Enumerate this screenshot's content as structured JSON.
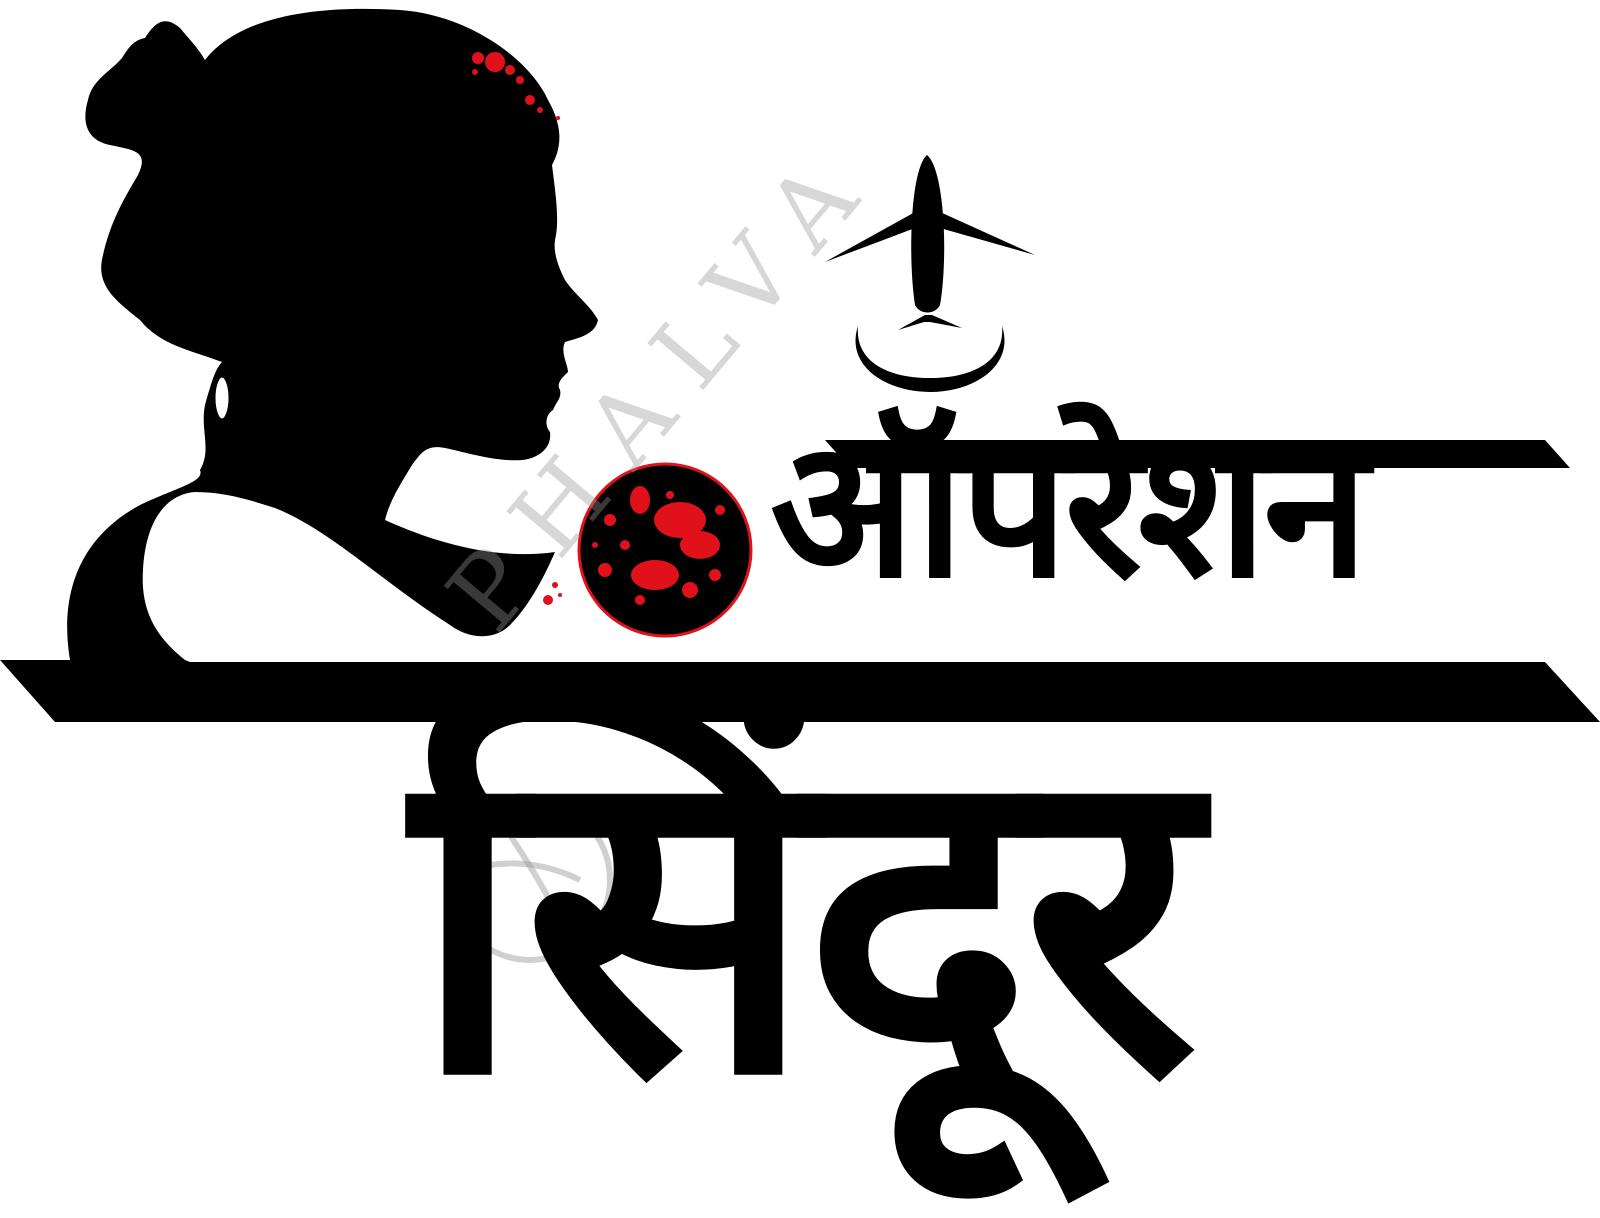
{
  "title": {
    "line1": "ऑपरेशन",
    "line2": "सिंदूर"
  },
  "watermark": "PHALVA",
  "icons": {
    "silhouette": "woman-silhouette-icon",
    "airplane": "airplane-icon",
    "blood_circle": "blood-splatter-circle-icon",
    "watermark_logo": "watermark-logo-icon"
  },
  "colors": {
    "ink": "#000000",
    "blood": "#e0111b",
    "watermark": "#9a9a9a",
    "background": "#ffffff"
  }
}
